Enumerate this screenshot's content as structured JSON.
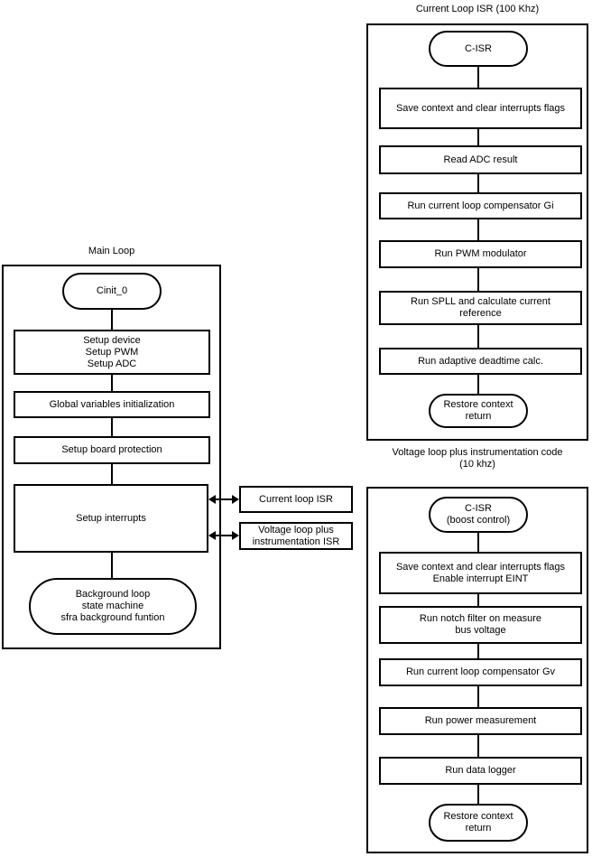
{
  "diagram": {
    "main_loop": {
      "title": "Main Loop",
      "start": "Cinit_0",
      "nodes": [
        "Setup device\nSetup PWM\nSetup ADC",
        "Global variables initialization",
        "Setup board protection",
        "Setup interrupts"
      ],
      "end": "Background loop\nstate machine\nsfra background funtion"
    },
    "isr_links": {
      "current": "Current loop ISR",
      "voltage": "Voltage loop plus\ninstrumentation ISR"
    },
    "current_loop_isr": {
      "title": "Current Loop ISR (100 Khz)",
      "start": "C-ISR",
      "nodes": [
        "Save context and clear interrupts flags",
        "Read ADC result",
        "Run current loop compensator Gi",
        "Run PWM modulator",
        "Run SPLL and calculate current\nreference",
        "Run adaptive deadtime calc."
      ],
      "end": "Restore context\nreturn"
    },
    "voltage_loop": {
      "title": "Voltage loop plus instrumentation code\n(10 khz)",
      "start": "C-ISR\n(boost control)",
      "nodes": [
        "Save context and clear interrupts flags\nEnable interrupt EINT",
        "Run notch filter on measure\nbus voltage",
        "Run current loop compensator Gv",
        "Run power measurement",
        "Run data logger"
      ],
      "end": "Restore context\nreturn"
    },
    "colors": {
      "line": "#000000",
      "background": "#ffffff"
    }
  }
}
